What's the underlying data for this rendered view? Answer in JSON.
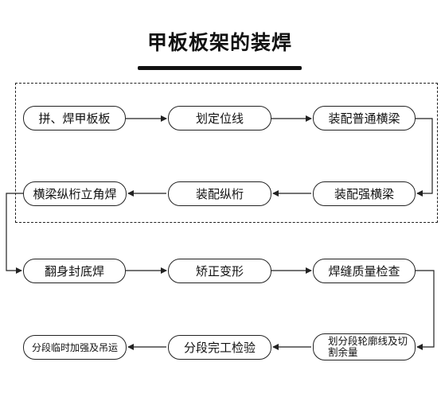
{
  "title": "甲板板架的装焊",
  "nodes": {
    "n1": "拼、焊甲板板",
    "n2": "划定位线",
    "n3": "装配普通横梁",
    "n4": "横梁纵桁立角焊",
    "n5": "装配纵桁",
    "n6": "装配强横梁",
    "n7": "翻身封底焊",
    "n8": "矫正变形",
    "n9": "焊缝质量检查",
    "n10": "分段临时加强及吊运",
    "n11": "分段完工检验",
    "n12": "划分段轮廓线及切割余量"
  },
  "colors": {
    "line": "#222222",
    "background": "#ffffff"
  }
}
